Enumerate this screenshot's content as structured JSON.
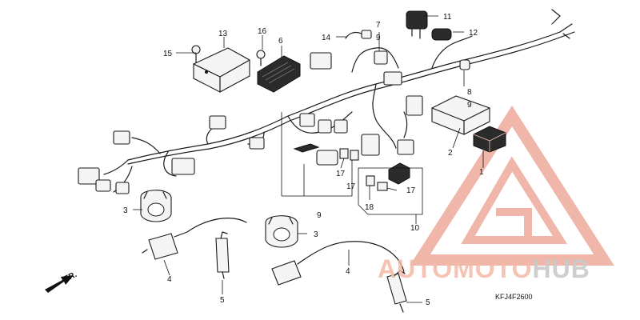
{
  "diagram": {
    "callouts": [
      {
        "id": "c1",
        "text": "1"
      },
      {
        "id": "c2",
        "text": "2"
      },
      {
        "id": "c3a",
        "text": "3"
      },
      {
        "id": "c3b",
        "text": "3"
      },
      {
        "id": "c4a",
        "text": "4"
      },
      {
        "id": "c4b",
        "text": "4"
      },
      {
        "id": "c5a",
        "text": "5"
      },
      {
        "id": "c5b",
        "text": "5"
      },
      {
        "id": "c6",
        "text": "6"
      },
      {
        "id": "c7",
        "text": "7"
      },
      {
        "id": "c8",
        "text": "8"
      },
      {
        "id": "c9a",
        "text": "9"
      },
      {
        "id": "c9b",
        "text": "9"
      },
      {
        "id": "c9c",
        "text": "9"
      },
      {
        "id": "c10",
        "text": "10"
      },
      {
        "id": "c11",
        "text": "11"
      },
      {
        "id": "c12",
        "text": "12"
      },
      {
        "id": "c13",
        "text": "13"
      },
      {
        "id": "c14",
        "text": "14"
      },
      {
        "id": "c15",
        "text": "15"
      },
      {
        "id": "c16",
        "text": "16"
      },
      {
        "id": "c17a",
        "text": "17"
      },
      {
        "id": "c17b",
        "text": "17"
      },
      {
        "id": "c17c",
        "text": "17"
      },
      {
        "id": "c18",
        "text": "18"
      }
    ],
    "direction_label": "FR.",
    "figure_code": "KFJ4F2600"
  },
  "watermark": {
    "part1": "AUTOMOTO",
    "part2": "HUB",
    "color_primary": "#f2b9a6",
    "color_secondary": "#c9c9c9"
  }
}
